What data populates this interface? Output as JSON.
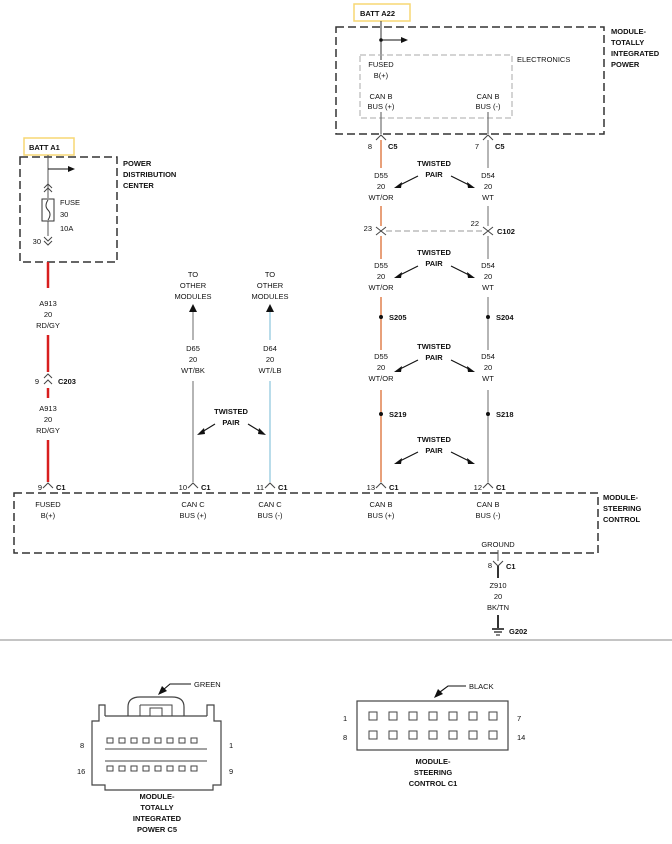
{
  "batt": {
    "a1": "BATT A1",
    "a22": "BATT A22"
  },
  "pdc": {
    "title": [
      "POWER",
      "DISTRIBUTION",
      "CENTER"
    ],
    "fuse_label": "FUSE",
    "fuse_num": "30",
    "fuse_amp": "10A",
    "cav": "30"
  },
  "tip": {
    "title": [
      "MODULE-",
      "TOTALLY",
      "INTEGRATED",
      "POWER"
    ],
    "electronics": "ELECTRONICS",
    "fused": "FUSED",
    "fused_b": "B(+)",
    "canb_plus": [
      "CAN B",
      "BUS (+)"
    ],
    "canb_minus": [
      "CAN B",
      "BUS (-)"
    ],
    "pin_plus": "8",
    "pin_minus": "7",
    "conn": "C5"
  },
  "left_wire": {
    "circuit": "A913",
    "gauge": "20",
    "color": "RD/GY",
    "c203_pin": "9",
    "c203": "C203"
  },
  "other_modules": {
    "label": [
      "TO",
      "OTHER",
      "MODULES"
    ]
  },
  "canc": {
    "plus": [
      "D65",
      "20",
      "WT/BK"
    ],
    "minus": [
      "D64",
      "20",
      "WT/LB"
    ]
  },
  "canb_wires": {
    "d55_top": [
      "D55",
      "20",
      "WT/OR"
    ],
    "d54_top": [
      "D54",
      "20",
      "WT"
    ],
    "c102_pin_a": "23",
    "c102_pin_b": "22",
    "c102": "C102",
    "d55_mid": [
      "D55",
      "20",
      "WT/OR"
    ],
    "d54_mid": [
      "D54",
      "20",
      "WT"
    ],
    "s205": "S205",
    "s204": "S204",
    "d55_low": [
      "D55",
      "20",
      "WT/OR"
    ],
    "d54_low": [
      "D54",
      "20",
      "WT"
    ],
    "s219": "S219",
    "s218": "S218"
  },
  "twisted_pair": [
    "TWISTED",
    "PAIR"
  ],
  "steering": {
    "title": [
      "MODULE-",
      "STEERING",
      "CONTROL"
    ],
    "pins": [
      {
        "pin": "9",
        "conn": "C1",
        "label": [
          "FUSED",
          "B(+)"
        ]
      },
      {
        "pin": "10",
        "conn": "C1",
        "label": [
          "CAN C",
          "BUS (+)"
        ]
      },
      {
        "pin": "11",
        "conn": "C1",
        "label": [
          "CAN C",
          "BUS (-)"
        ]
      },
      {
        "pin": "13",
        "conn": "C1",
        "label": [
          "CAN B",
          "BUS (+)"
        ]
      },
      {
        "pin": "12",
        "conn": "C1",
        "label": [
          "CAN B",
          "BUS (-)"
        ]
      }
    ],
    "ground": "GROUND",
    "ground_pin": "8",
    "ground_conn": "C1"
  },
  "ground_wire": [
    "Z910",
    "20",
    "BK/TN"
  ],
  "g202": "G202",
  "tip_connector": {
    "color_label": "GREEN",
    "pin_8": "8",
    "pin_1": "1",
    "pin_16": "16",
    "pin_9": "9",
    "caption": [
      "MODULE-",
      "TOTALLY",
      "INTEGRATED",
      "POWER C5"
    ]
  },
  "sc_connector": {
    "color_label": "BLACK",
    "pin_1": "1",
    "pin_7": "7",
    "pin_8": "8",
    "pin_14": "14",
    "caption": [
      "MODULE-",
      "STEERING",
      "CONTROL C1"
    ]
  },
  "colors": {
    "red": "#d81e1e",
    "orange_wire": "#e8a07a",
    "gray_wire": "#b5b5b5",
    "lightblue_wire": "#b9dcea",
    "batt_box": "#f7d774"
  }
}
